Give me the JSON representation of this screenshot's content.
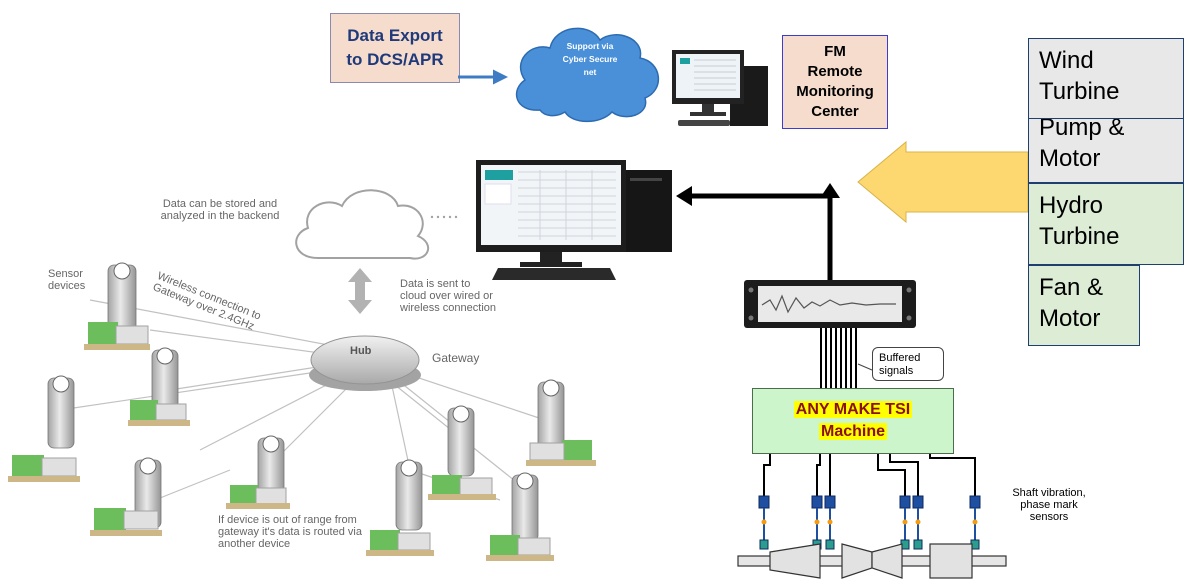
{
  "data_export": {
    "line1": "Data Export",
    "line2": "to DCS/APR"
  },
  "cloud": {
    "line1": "Support via",
    "line2": "Cyber Secure",
    "line3": "net"
  },
  "fm_center": {
    "line1": "FM",
    "line2": "Remote",
    "line3": "Monitoring",
    "line4": "Center"
  },
  "equipment": [
    {
      "line1": "Wind",
      "line2": "Turbine"
    },
    {
      "line1": "Pump &",
      "line2": "Motor"
    },
    {
      "line1": "Hydro",
      "line2": "Turbine"
    },
    {
      "line1": "Fan &",
      "line2": "Motor"
    }
  ],
  "tsi": {
    "line1": "ANY MAKE TSI",
    "line2": "Machine"
  },
  "buffered": {
    "line1": "Buffered",
    "line2": "signals"
  },
  "shaft": {
    "line1": "Shaft vibration,",
    "line2": "phase mark",
    "line3": "sensors"
  },
  "iot": {
    "cloud_note_1": "Data can be stored and",
    "cloud_note_2": "analyzed in the backend",
    "sensor_1": "Sensor",
    "sensor_2": "devices",
    "wireless_1": "Wireless connection to",
    "wireless_2": "Gateway over 2.4GHz",
    "sent_1": "Data is sent to",
    "sent_2": "cloud over wired or",
    "sent_3": "wireless connection",
    "hub": "Hub",
    "gateway": "Gateway",
    "range_1": "If device is out of range from",
    "range_2": "gateway it's data is routed via",
    "range_3": "another device"
  },
  "colors": {
    "accent_arrow": "#fdd770",
    "cloud_fill": "#4a90d9",
    "export_fill": "#f6dccd",
    "tsi_fill": "#ccf5cc",
    "highlight": "#ffff00"
  }
}
